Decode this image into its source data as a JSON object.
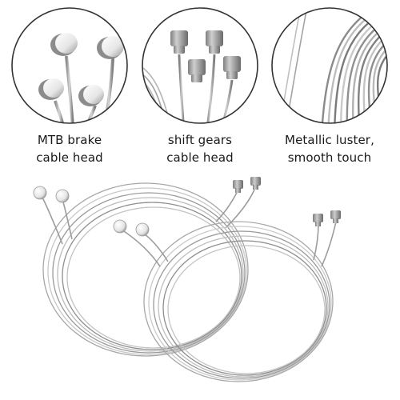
{
  "details": [
    {
      "lines": [
        "MTB brake",
        "cable head"
      ]
    },
    {
      "lines": [
        "shift gears",
        "cable head"
      ]
    },
    {
      "lines": [
        "Metallic luster,",
        "smooth touch"
      ]
    }
  ],
  "colors": {
    "background": "#ffffff",
    "circle_outline": "#333333",
    "cable": "#9c9c9c",
    "cable_light": "#cfcfcf",
    "cable_dark": "#6e6e6e",
    "brake_head": "#f2f2f2",
    "shift_head": "#a6a6a6",
    "caption_text": "#1a1a1a"
  },
  "icons": [
    "mtb-brake-cable-head",
    "shift-gear-cable-head",
    "steel-wire-strands"
  ]
}
